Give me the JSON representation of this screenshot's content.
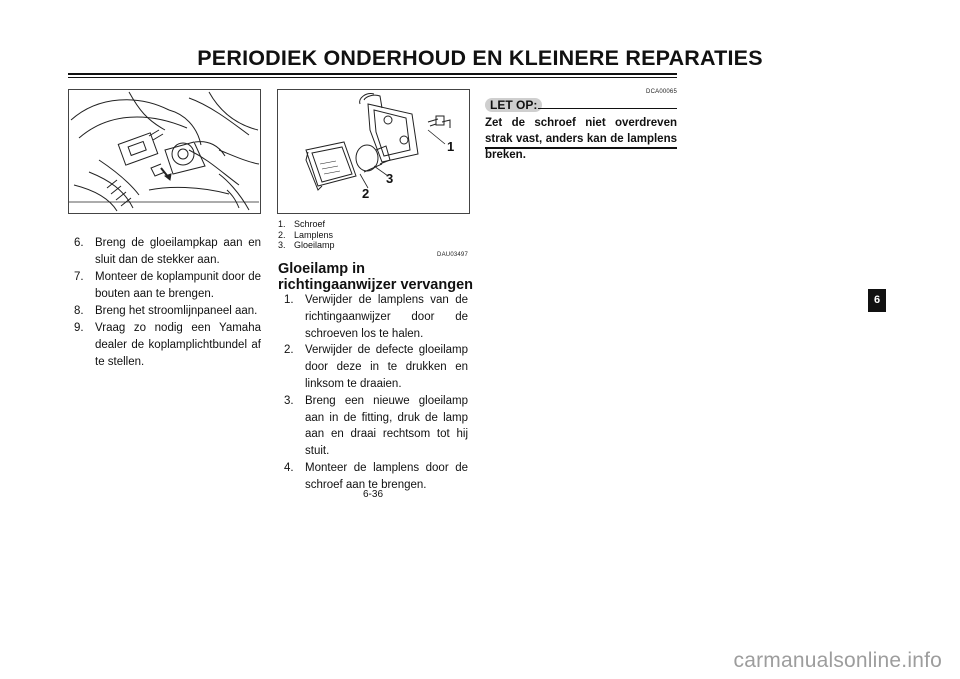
{
  "header": {
    "title": "PERIODIEK ONDERHOUD EN KLEINERE REPARATIES"
  },
  "left_column": {
    "steps": [
      {
        "n": "6.",
        "text": "Breng de gloeilampkap aan en sluit dan de stekker aan."
      },
      {
        "n": "7.",
        "text": "Monteer de koplampunit door de bouten aan te brengen."
      },
      {
        "n": "8.",
        "text": "Breng het stroomlijnpaneel aan."
      },
      {
        "n": "9.",
        "text": "Vraag zo nodig een Yamaha dealer de koplamplichtbundel af te stellen."
      }
    ]
  },
  "middle_column": {
    "figure_callouts": [
      "1",
      "2",
      "3"
    ],
    "legend": [
      {
        "n": "1.",
        "label": "Schroef"
      },
      {
        "n": "2.",
        "label": "Lamplens"
      },
      {
        "n": "3.",
        "label": "Gloeilamp"
      }
    ],
    "code": "DAU03497",
    "heading": "Gloeilamp in richtingaanwijzer vervangen",
    "steps": [
      {
        "n": "1.",
        "text": "Verwijder de lamplens van de richtingaanwijzer door de schroeven los te halen."
      },
      {
        "n": "2.",
        "text": "Verwijder de defecte gloeilamp door deze in te drukken en linksom te draaien."
      },
      {
        "n": "3.",
        "text": "Breng een nieuwe gloeilamp aan in de fitting, druk de lamp aan en draai rechtsom tot hij stuit."
      },
      {
        "n": "4.",
        "text": "Monteer de lamplens door de schroef aan te brengen."
      }
    ]
  },
  "right_column": {
    "code": "DCA00065",
    "caution_label": "LET OP:",
    "caution_text": "Zet de schroef niet overdreven strak vast, anders kan de lamplens breken."
  },
  "chapter_tab": "6",
  "page_number": "6-36",
  "watermark": "carmanualsonline.info"
}
